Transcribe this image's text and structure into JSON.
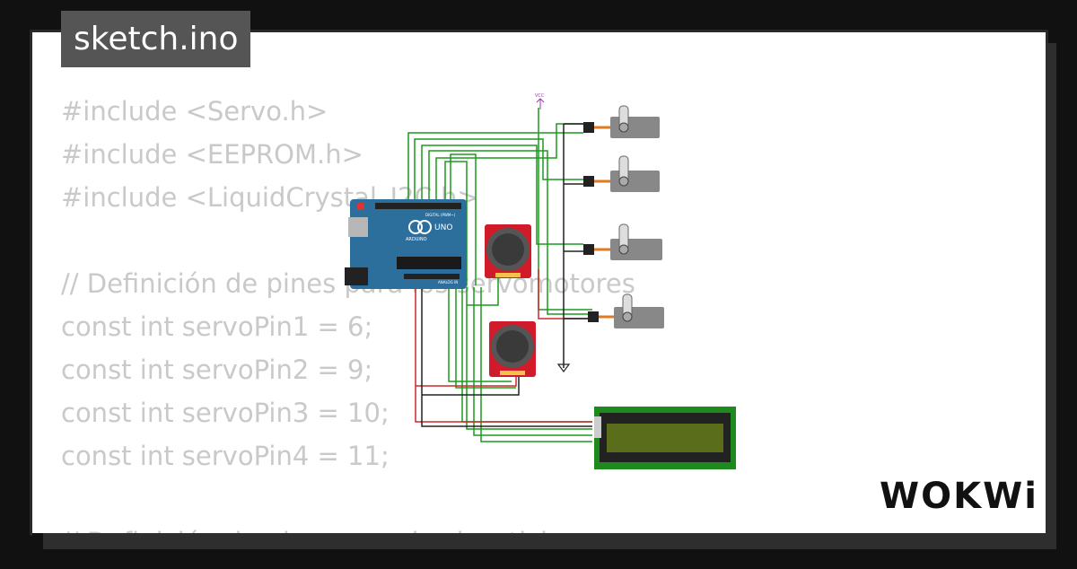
{
  "tab": {
    "filename": "sketch.ino"
  },
  "code": {
    "lines": [
      "#include <Servo.h>",
      "#include <EEPROM.h>",
      "#include <LiquidCrystal_I2C.h>",
      "",
      "// Definición de pines para los servomotores",
      "const int servoPin1 = 6;",
      "const int servoPin2 = 9;",
      "const int servoPin3 = 10;",
      "const int servoPin4 = 11;",
      "",
      "// Definición de pines para los joysticks"
    ]
  },
  "diagram": {
    "arduino": {
      "brand": "ARDUINO",
      "model": "UNO",
      "header_label": "DIGITAL (PWM~)",
      "analog_label": "ANALOG IN"
    },
    "vcc_label": "VCC",
    "components": [
      "arduino-uno",
      "joystick-1",
      "joystick-2",
      "servo-1",
      "servo-2",
      "servo-3",
      "servo-4",
      "lcd-1602-i2c"
    ],
    "colors": {
      "wire_green": "#1c9a1c",
      "wire_red": "#cc2a2a",
      "wire_black": "#222222",
      "arduino_blue": "#2d6f9c",
      "joystick_red": "#d11a2a",
      "lcd_green": "#1e8a1e",
      "lcd_screen": "#5a6d1a"
    }
  },
  "brand": {
    "logo": "WOKWi"
  }
}
